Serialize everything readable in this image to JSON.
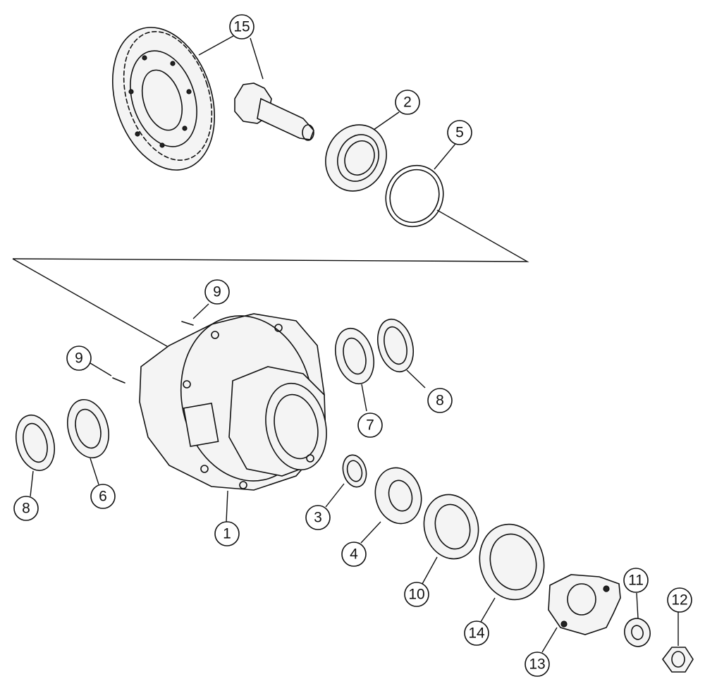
{
  "callouts": [
    {
      "id": "c15",
      "label": "15"
    },
    {
      "id": "c2",
      "label": "2"
    },
    {
      "id": "c5",
      "label": "5"
    },
    {
      "id": "c9a",
      "label": "9"
    },
    {
      "id": "c9b",
      "label": "9"
    },
    {
      "id": "c8a",
      "label": "8"
    },
    {
      "id": "c7",
      "label": "7"
    },
    {
      "id": "c8b",
      "label": "8"
    },
    {
      "id": "c6",
      "label": "6"
    },
    {
      "id": "c1",
      "label": "1"
    },
    {
      "id": "c3",
      "label": "3"
    },
    {
      "id": "c4",
      "label": "4"
    },
    {
      "id": "c10",
      "label": "10"
    },
    {
      "id": "c14",
      "label": "14"
    },
    {
      "id": "c11",
      "label": "11"
    },
    {
      "id": "c12",
      "label": "12"
    },
    {
      "id": "c13",
      "label": "13"
    }
  ]
}
